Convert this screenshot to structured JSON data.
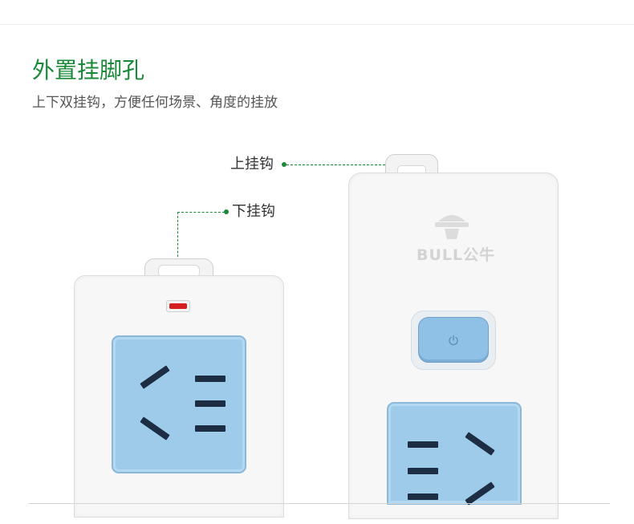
{
  "section": {
    "title": "外置挂脚孔",
    "subtitle": "上下双挂钩，方便任何场景、角度的挂放"
  },
  "callouts": {
    "upper_hook": "上挂钩",
    "lower_hook": "下挂钩"
  },
  "brand": {
    "logo_text": "BULL公牛"
  },
  "colors": {
    "accent": "#1a8a3a",
    "socket_blue": "#9fcbea",
    "indicator_red": "#d51f1f"
  },
  "icons": {
    "power": "power-icon",
    "logo_mark": "bull-logo-icon"
  }
}
